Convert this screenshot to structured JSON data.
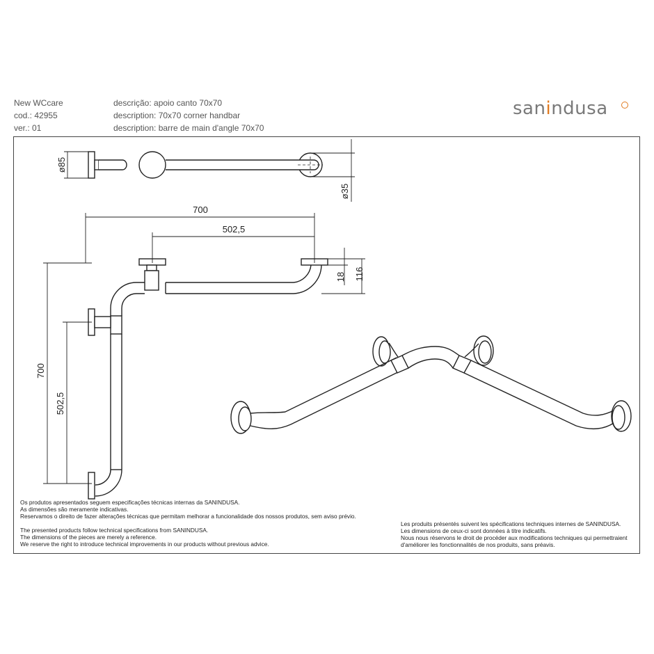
{
  "header": {
    "collection": "New WCcare",
    "code": "cod.: 42955",
    "version": "ver.: 01",
    "desc_pt": "descrição: apoio canto 70x70",
    "desc_en": "description: 70x70 corner handbar",
    "desc_fr": "description: barre de main d'angle 70x70"
  },
  "brand": {
    "name_prefix": "san",
    "name_accent": "i",
    "name_suffix": "ndusa",
    "primary_color": "#7a7a7a",
    "accent_color": "#e07a1f"
  },
  "dimensions": {
    "flange_diameter": "ø85",
    "tube_diameter": "ø35",
    "horizontal_total": "700",
    "horizontal_inner": "502,5",
    "height_offset": "18",
    "height_total": "116",
    "vertical_total": "700",
    "vertical_inner": "502,5"
  },
  "notes": {
    "pt": [
      "Os produtos apresentados seguem especificações técnicas internas da SANINDUSA.",
      "As dimensões são meramente indicativas.",
      "Reservamos o direito de fazer alterações técnicas que permitam melhorar a funcionalidade dos nossos produtos, sem aviso prévio."
    ],
    "en": [
      "The presented products follow technical specifications from SANINDUSA.",
      "The dimensions of the pieces are merely a reference.",
      "We reserve the right to introduce technical improvements in our products without previous advice."
    ],
    "fr": [
      "Les produits présentés suivent les spécifications techniques internes de SANINDUSA.",
      "Les dimensions de ceux-ci sont données à titre indicatifs.",
      "Nous nous réservons le droit de procéder aux modifications techniques qui permettraient",
      "d'améliorer les fonctionnalités de nos produits, sans préavis."
    ]
  }
}
